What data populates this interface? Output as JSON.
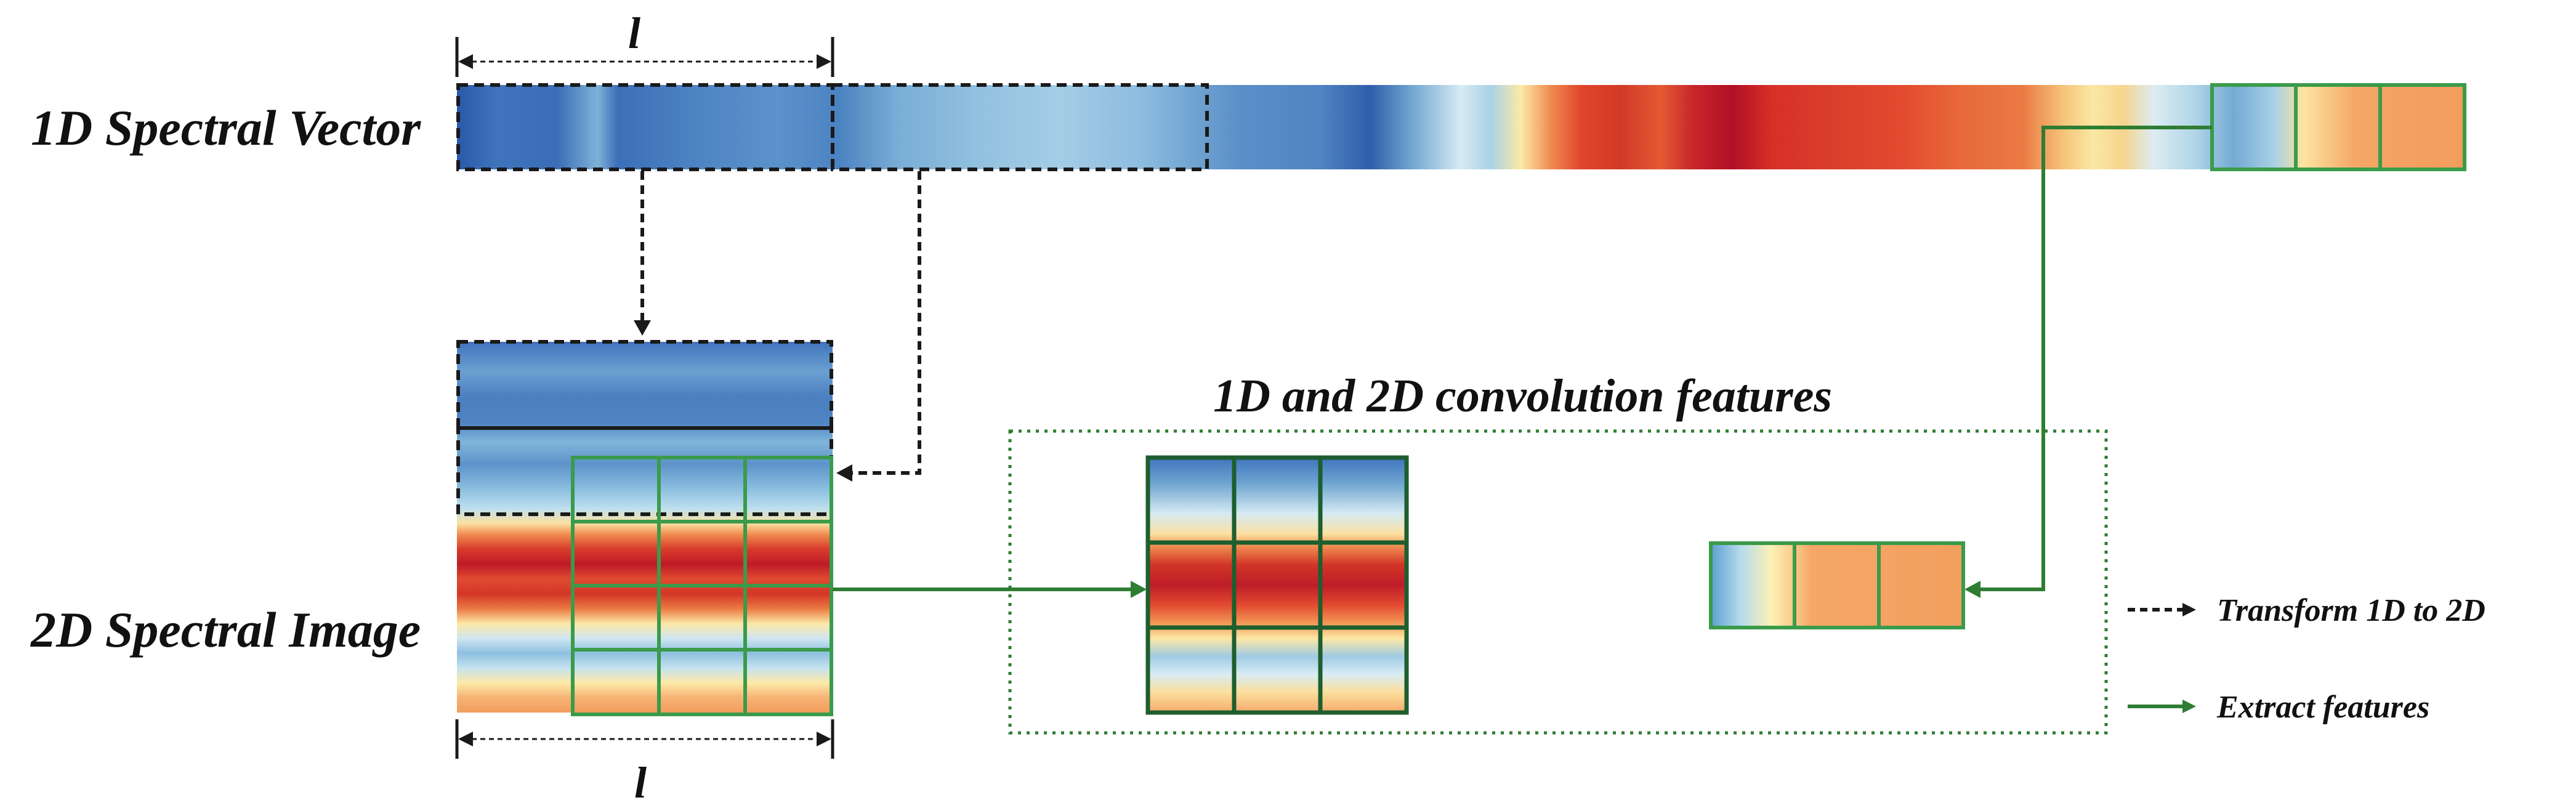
{
  "labels": {
    "vector": "1D Spectral Vector",
    "image": "2D Spectral Image",
    "conv_title": "1D and 2D convolution features",
    "length_top": "l",
    "length_bottom": "l"
  },
  "legend": {
    "transform": "Transform 1D to 2D",
    "extract": "Extract features"
  },
  "colors": {
    "dashed": "#1a1a1a",
    "green": "#2e7d32",
    "green_box": "#3a9b4a",
    "kernel": "#1e5e2e"
  }
}
